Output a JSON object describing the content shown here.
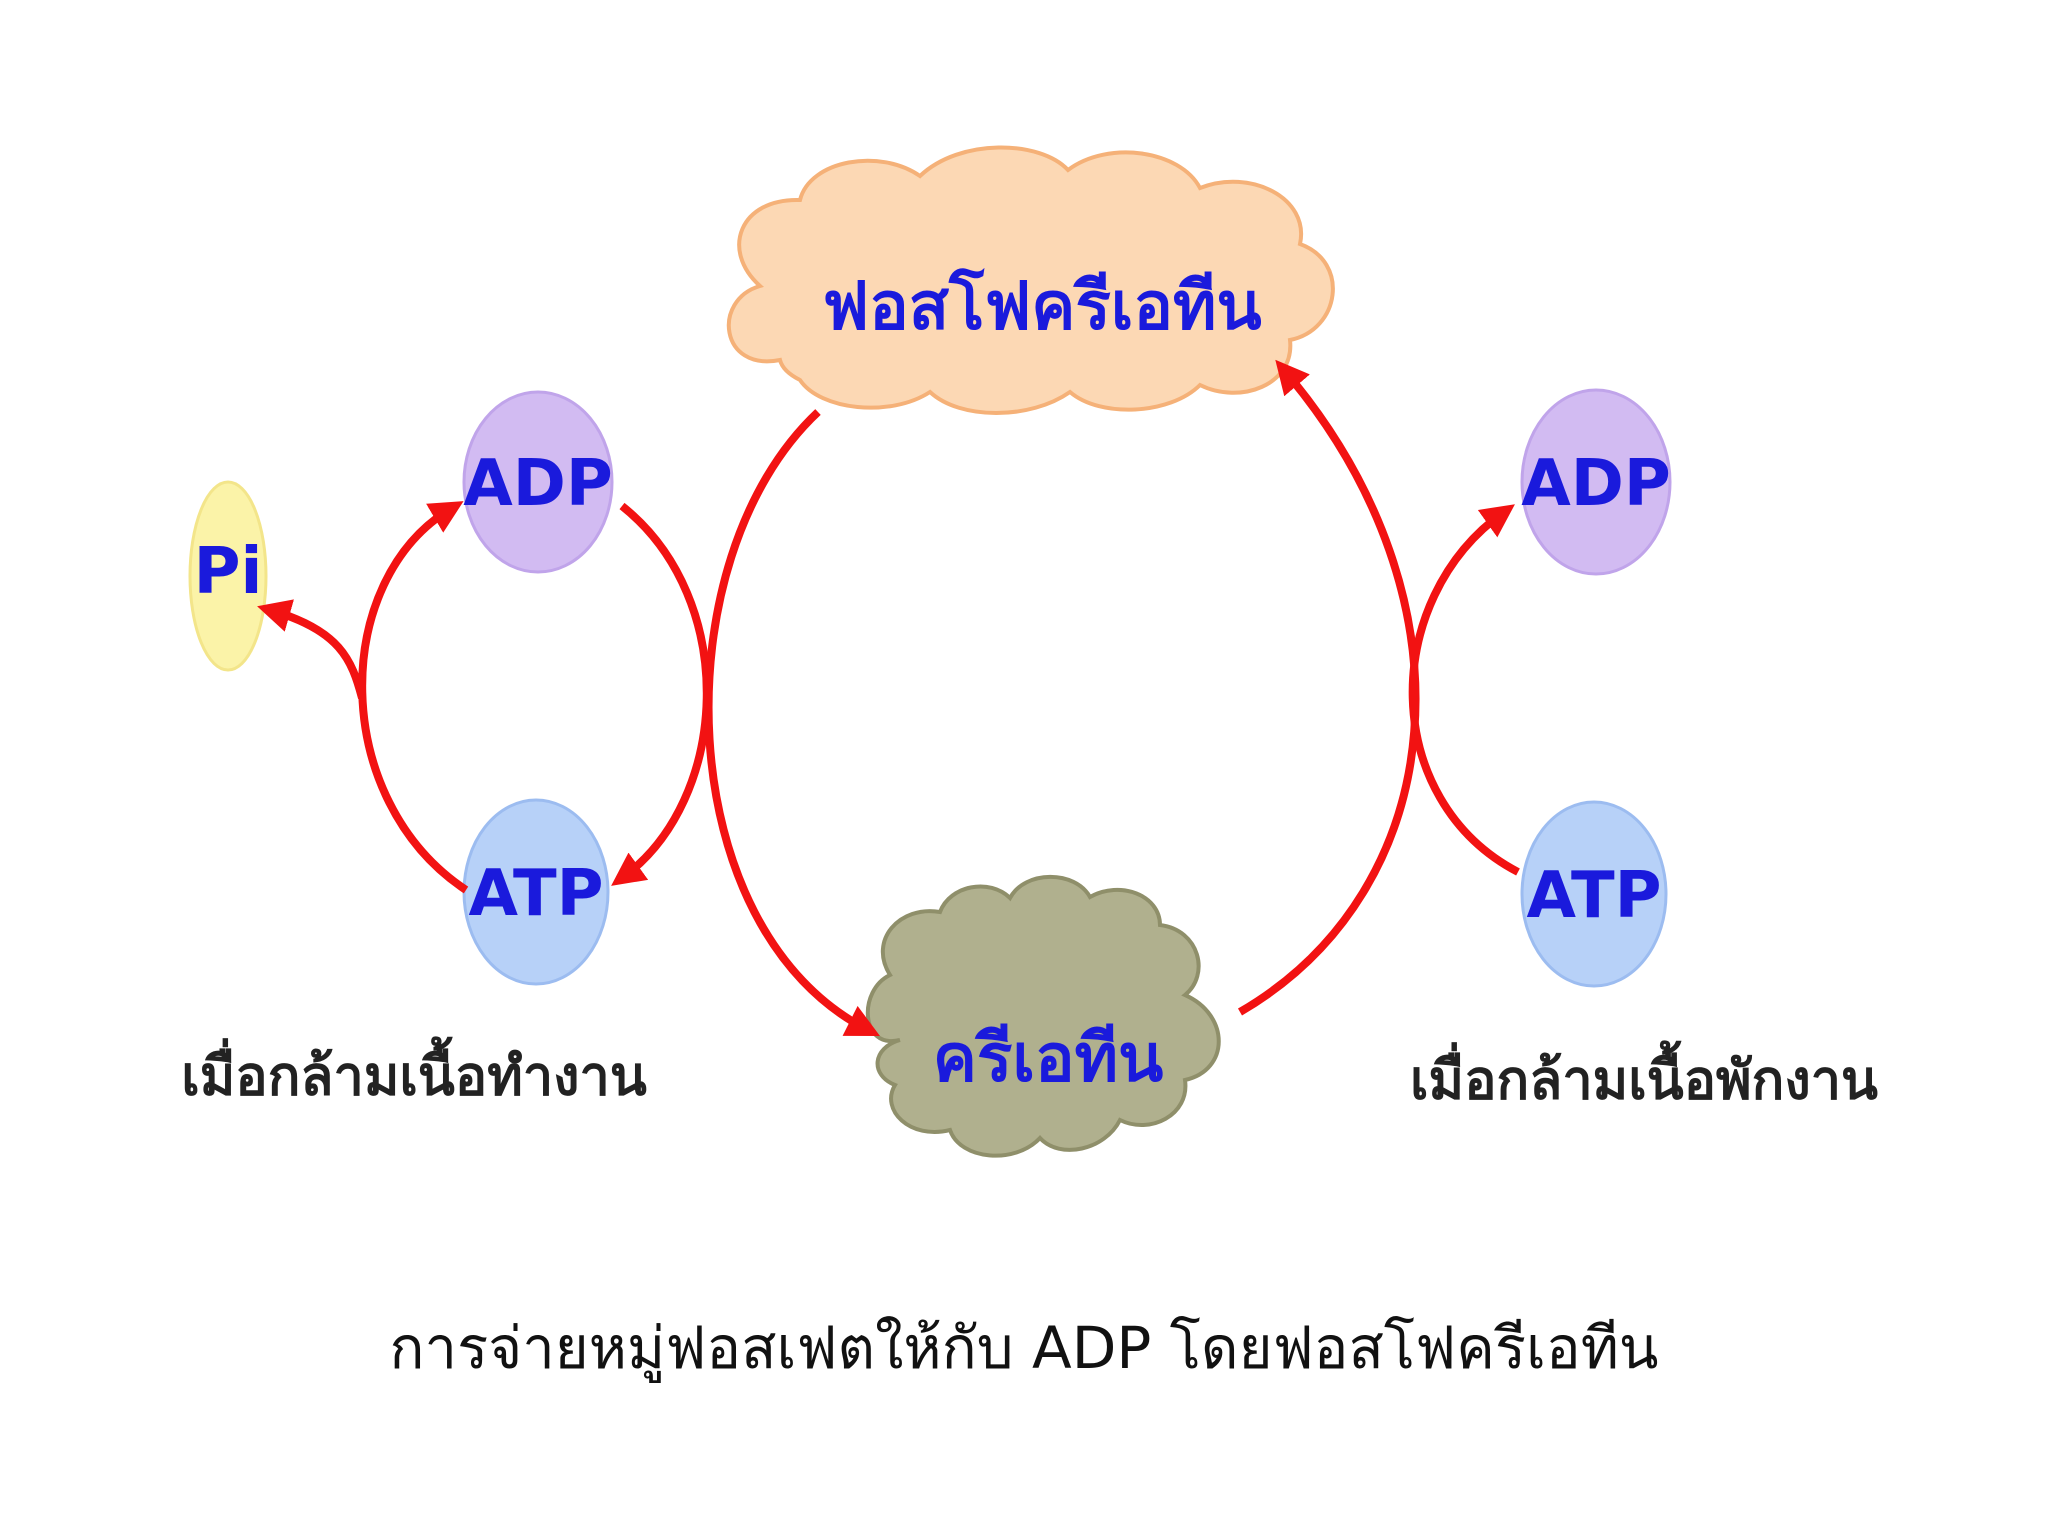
{
  "diagram": {
    "top_cloud": {
      "label": "ฟอสโฟครีเอทีน",
      "fill": "#fcd8b4",
      "stroke": "#f5b178"
    },
    "bottom_cloud": {
      "label": "ครีเอทีน",
      "fill": "#b0b08e",
      "stroke": "#8f8f6a"
    },
    "left": {
      "adp_label": "ADP",
      "atp_label": "ATP",
      "pi_label": "Pi",
      "caption": "เมื่อกล้ามเนื้อทำงาน"
    },
    "right": {
      "adp_label": "ADP",
      "atp_label": "ATP",
      "caption": "เมื่อกล้ามเนื้อพักงาน"
    },
    "colors": {
      "arrow": "#f21212",
      "adp_fill": "#d2bbf2",
      "adp_stroke": "#c0a4ea",
      "atp_fill": "#b7d1f8",
      "atp_stroke": "#9cbcf0",
      "pi_fill": "#fbf3a8",
      "text": "#1a1adc"
    }
  },
  "footer": {
    "caption": "การจ่ายหมู่ฟอสเฟตให้กับ ADP โดยฟอสโฟครีเอทีน"
  }
}
